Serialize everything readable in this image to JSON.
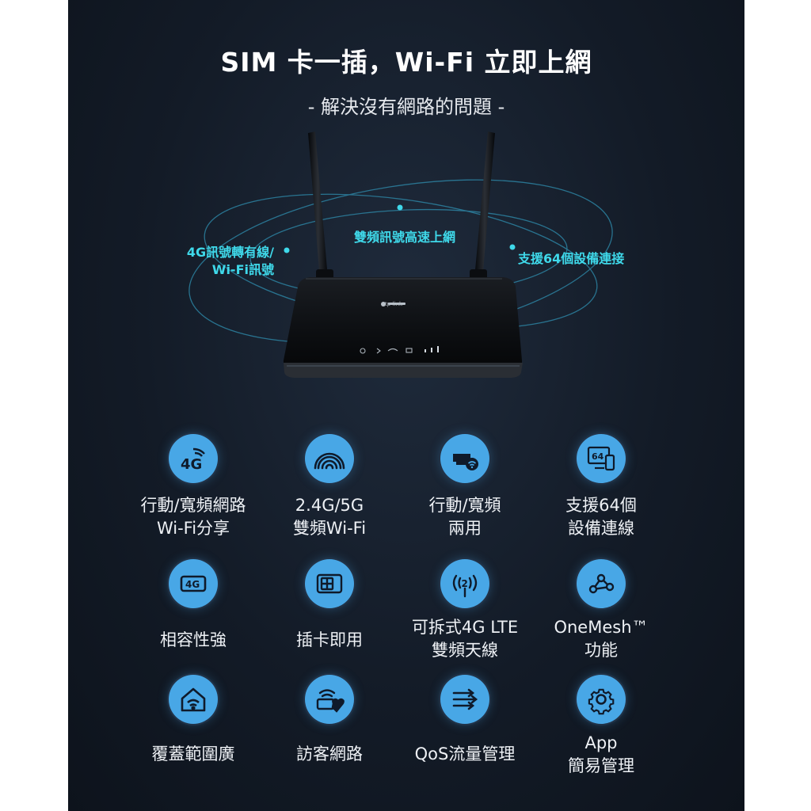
{
  "header": {
    "title": "SIM 卡一插，Wi-Fi 立即上網",
    "subtitle": "- 解決沒有網路的問題 -"
  },
  "router": {
    "brand": "tp-link"
  },
  "callouts": {
    "left": "4G訊號轉有線/\nWi-Fi訊號",
    "middle": "雙頻訊號高速上網",
    "right": "支援64個設備連接"
  },
  "features": [
    {
      "icon": "4g-lte-signal-icon",
      "label": "行動/寬頻網路\nWi-Fi分享",
      "badge": "4G"
    },
    {
      "icon": "wifi-rainbow-icon",
      "label": "2.4G/5G\n雙頻Wi-Fi"
    },
    {
      "icon": "ethernet-wifi-icon",
      "label": "行動/寬頻\n兩用"
    },
    {
      "icon": "64-devices-icon",
      "label": "支援64個\n設備連線",
      "badge": "64"
    },
    {
      "icon": "4g-compatibility-icon",
      "label": "相容性強",
      "badge": "4G"
    },
    {
      "icon": "sim-card-icon",
      "label": "插卡即用"
    },
    {
      "icon": "antenna-icon",
      "label": "可拆式4G LTE\n雙頻天線",
      "badge": "2"
    },
    {
      "icon": "onemesh-icon",
      "label": "OneMesh™\n功能"
    },
    {
      "icon": "home-coverage-icon",
      "label": "覆蓋範圍廣"
    },
    {
      "icon": "guest-network-icon",
      "label": "訪客網路"
    },
    {
      "icon": "qos-arrows-icon",
      "label": "QoS流量管理"
    },
    {
      "icon": "app-gear-icon",
      "label": "App\n簡易管理"
    }
  ],
  "colors": {
    "accent": "#3fd9ea",
    "icon_bg": "#48a7e6",
    "icon_ink": "#0f1a2a"
  }
}
